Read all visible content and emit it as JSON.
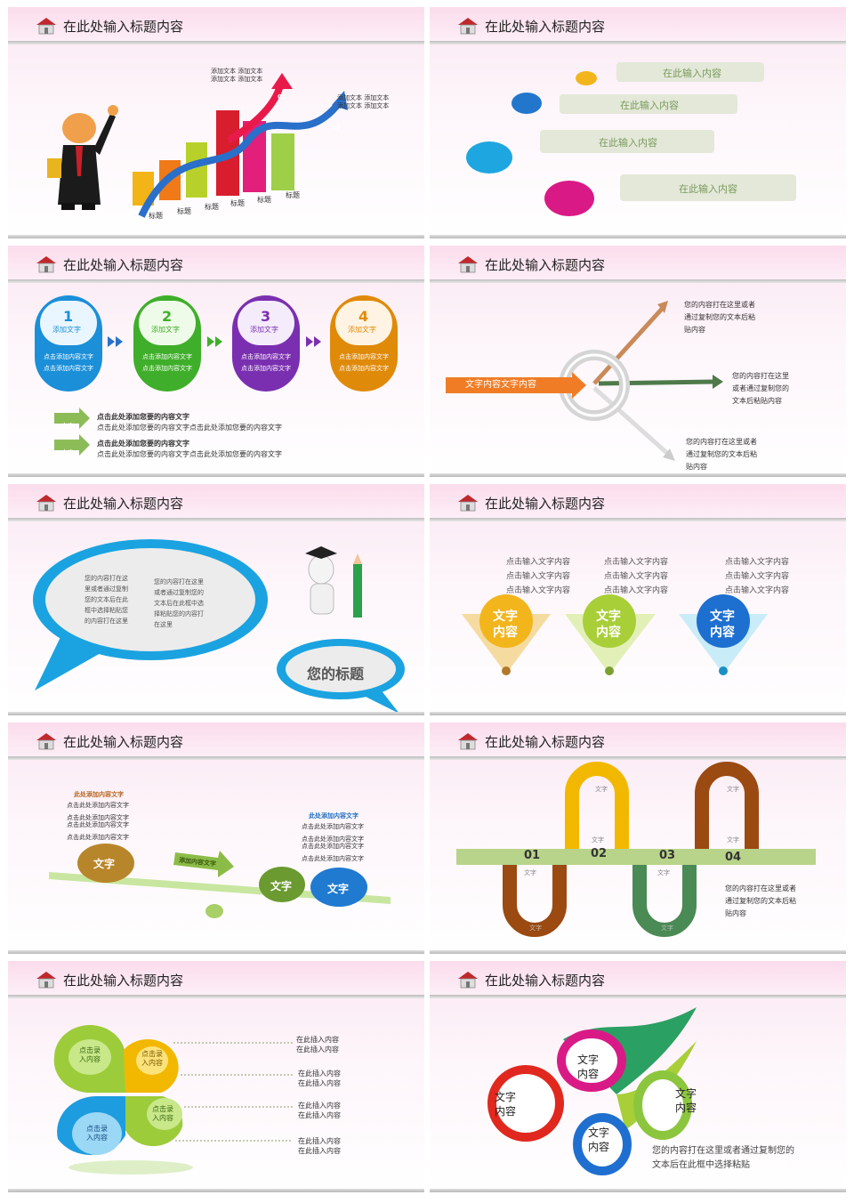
{
  "slide_title": "在此处输入标题内容",
  "slide1": {
    "notes": [
      {
        "line1": "添加文本 添加文本",
        "line2": "添加文本 添加文本"
      },
      {
        "line1": "添加文本 添加文本",
        "line2": "添加文本 添加文本"
      }
    ],
    "badges": [
      "01",
      "02"
    ],
    "bar_labels": [
      "标题",
      "标题",
      "标题",
      "标题",
      "标题",
      "标题"
    ]
  },
  "slide2": {
    "items": [
      "在此输入内容",
      "在此输入内容",
      "在此输入内容",
      "在此输入内容"
    ]
  },
  "slide3": {
    "steps": [
      {
        "num": "1",
        "label": "添加文字",
        "text1": "点击添加内容文字",
        "text2": "点击添加内容文字",
        "color": "#1b8fd8"
      },
      {
        "num": "2",
        "label": "添加文字",
        "text1": "点击添加内容文字",
        "text2": "点击添加内容文字",
        "color": "#3fae2a"
      },
      {
        "num": "3",
        "label": "添加文字",
        "text1": "点击添加内容文字",
        "text2": "点击添加内容文字",
        "color": "#7a2fb0"
      },
      {
        "num": "4",
        "label": "添加文字",
        "text1": "点击添加内容文字",
        "text2": "点击添加内容文字",
        "color": "#e08a0a"
      }
    ],
    "rows": [
      {
        "tag": "文字",
        "bold": "点击此处添加您要的内容文字",
        "text": "点击此处添加您要的内容文字点击此处添加您要的内容文字"
      },
      {
        "tag": "文字",
        "bold": "点击此处添加您要的内容文字",
        "text": "点击此处添加您要的内容文字点击此处添加您要的内容文字"
      }
    ]
  },
  "slide4": {
    "arrow_label": "文字内容文字内容",
    "notes": [
      {
        "l1": "您的内容打在这里或者",
        "l2": "通过复制您的文本后粘",
        "l3": "贴内容"
      },
      {
        "l1": "您的内容打在这里",
        "l2": "或者通过复制您的",
        "l3": "文本后粘贴内容"
      },
      {
        "l1": "您的内容打在这里或者",
        "l2": "通过复制您的文本后粘",
        "l3": "贴内容"
      }
    ]
  },
  "slide5": {
    "left_text": [
      "您的内容打在这",
      "里或者通过复制",
      "您的文本后在此",
      "框中选择粘贴您",
      "的内容打在这里"
    ],
    "right_text": [
      "您的内容打在这里",
      "或者通过复制您的",
      "文本后在此框中选",
      "择粘贴您的内容打",
      "在这里"
    ],
    "title": "您的标题"
  },
  "slide6": {
    "groups": [
      {
        "lines": [
          "点击输入文字内容",
          "点击输入文字内容",
          "点击输入文字内容"
        ],
        "label1": "文字",
        "label2": "内容"
      },
      {
        "lines": [
          "点击输入文字内容",
          "点击输入文字内容",
          "点击输入文字内容"
        ],
        "label1": "文字",
        "label2": "内容"
      },
      {
        "lines": [
          "点击输入文字内容",
          "点击输入文字内容",
          "点击输入文字内容"
        ],
        "label1": "文字",
        "label2": "内容"
      }
    ]
  },
  "slide7": {
    "left_title": "此处添加内容文字",
    "left_lines": [
      "点击此处添加内容文字",
      "点击此处添加内容文字",
      "点击此处添加内容文字",
      "点击此处添加内容文字"
    ],
    "right_title": "此处添加内容文字",
    "right_lines": [
      "点击此处添加内容文字",
      "点击此处添加内容文字",
      "点击此处添加内容文字",
      "点击此处添加内容文字"
    ],
    "arrow_label": "添加内容文字",
    "ball_left": "文字",
    "ball_mid": "文字",
    "ball_right": "文字"
  },
  "slide8": {
    "numbers": [
      "01",
      "02",
      "03",
      "04"
    ],
    "small_labels": [
      "文字",
      "文字",
      "文字",
      "文字",
      "文字",
      "文字",
      "文字",
      "文字"
    ],
    "note": {
      "l1": "您的内容打在这里或者",
      "l2": "通过复制您的文本后粘",
      "l3": "贴内容"
    }
  },
  "slide9": {
    "petals": [
      {
        "l1": "点击录",
        "l2": "入内容"
      },
      {
        "l1": "点击录",
        "l2": "入内容"
      },
      {
        "l1": "点击录",
        "l2": "入内容"
      },
      {
        "l1": "点击录",
        "l2": "入内容"
      }
    ],
    "notes": [
      {
        "l1": "在此插入内容",
        "l2": "在此插入内容"
      },
      {
        "l1": "在此插入内容",
        "l2": "在此插入内容"
      },
      {
        "l1": "在此插入内容",
        "l2": "在此插入内容"
      },
      {
        "l1": "在此插入内容",
        "l2": "在此插入内容"
      }
    ]
  },
  "slide10": {
    "loops": [
      {
        "l1": "文字",
        "l2": "内容"
      },
      {
        "l1": "文字",
        "l2": "内容"
      },
      {
        "l1": "文字",
        "l2": "内容"
      },
      {
        "l1": "文字",
        "l2": "内容"
      }
    ],
    "note": {
      "l1": "您的内容打在这里或者通过复制您的",
      "l2": "文本后在此框中选择粘贴"
    }
  }
}
